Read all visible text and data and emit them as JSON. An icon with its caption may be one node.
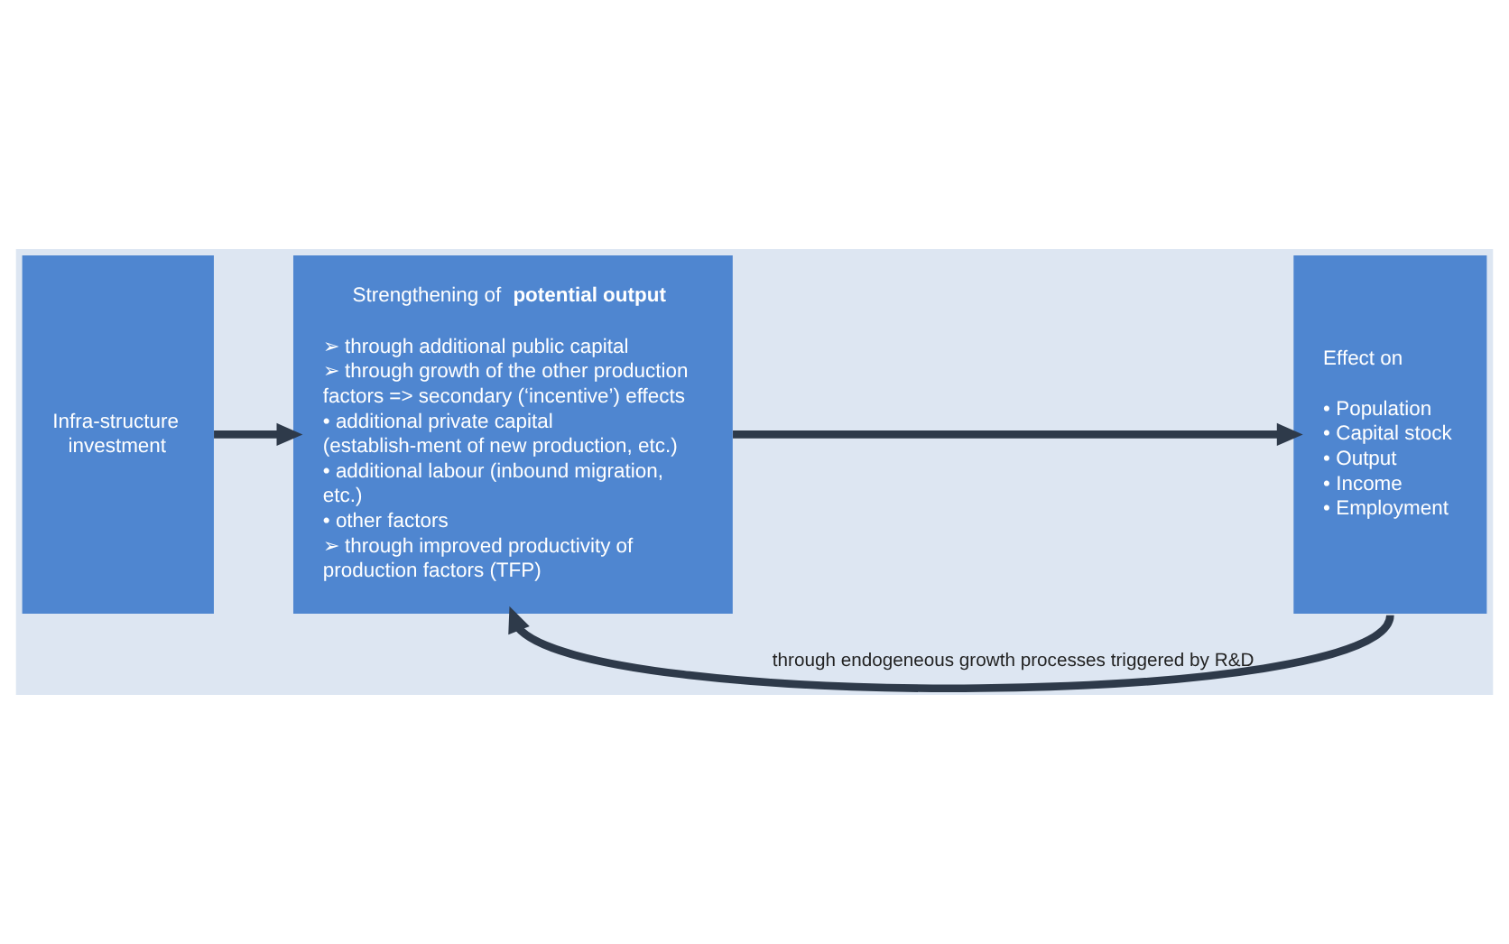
{
  "diagram": {
    "nodes": [
      {
        "text": [
          "Infra-structure investment"
        ]
      },
      {
        "text": [
          "Strengthening of **potential output**",
          "➢ through additional public capital",
          "➢ through growth of the other production factors => secondary (‘incentive’) effects",
          "• additional private capital (establish-ment of new production, etc.)",
          "• additional labour (inbound migration, etc.)",
          "• other factors",
          "➢ through improved productivity of production factors (TFP)"
        ]
      },
      {
        "text": [
          "Effect on",
          "• Population",
          "• Capital stock",
          "• Output",
          "• Income",
          "• Employment"
        ]
      }
    ],
    "edges": [
      {
        "from": 0,
        "to": 1,
        "arrow": "to"
      },
      {
        "from": 1,
        "to": 2,
        "arrow": "to"
      },
      {
        "from": 2,
        "to": 1,
        "arrow": "to",
        "label": "through endogeneous growth processes triggered by R&D"
      }
    ]
  }
}
